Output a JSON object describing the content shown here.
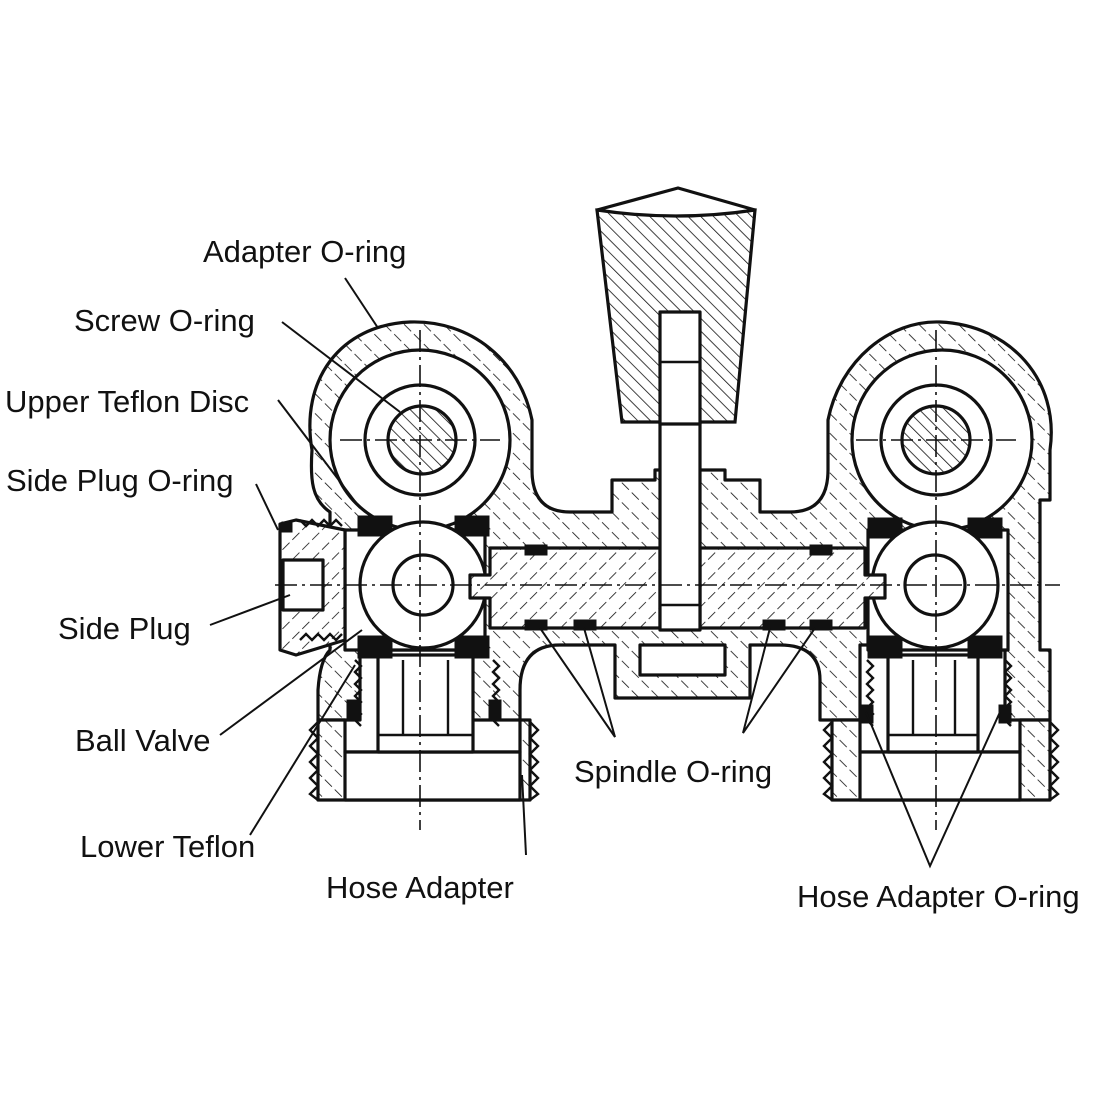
{
  "figure": {
    "type": "cross-section technical drawing",
    "subject": "twin ball valve manifold with center spindle handle",
    "line_color": "#111111",
    "background": "#ffffff"
  },
  "labels": {
    "adapter_oring": "Adapter O-ring",
    "screw_oring": "Screw O-ring",
    "upper_teflon_disc": "Upper Teflon Disc",
    "side_plug_oring": "Side Plug O-ring",
    "side_plug": "Side Plug",
    "ball_valve": "Ball Valve",
    "lower_teflon": "Lower Teflon",
    "hose_adapter": "Hose Adapter",
    "spindle_oring": "Spindle O-ring",
    "hose_adapter_oring": "Hose Adapter O-ring"
  }
}
